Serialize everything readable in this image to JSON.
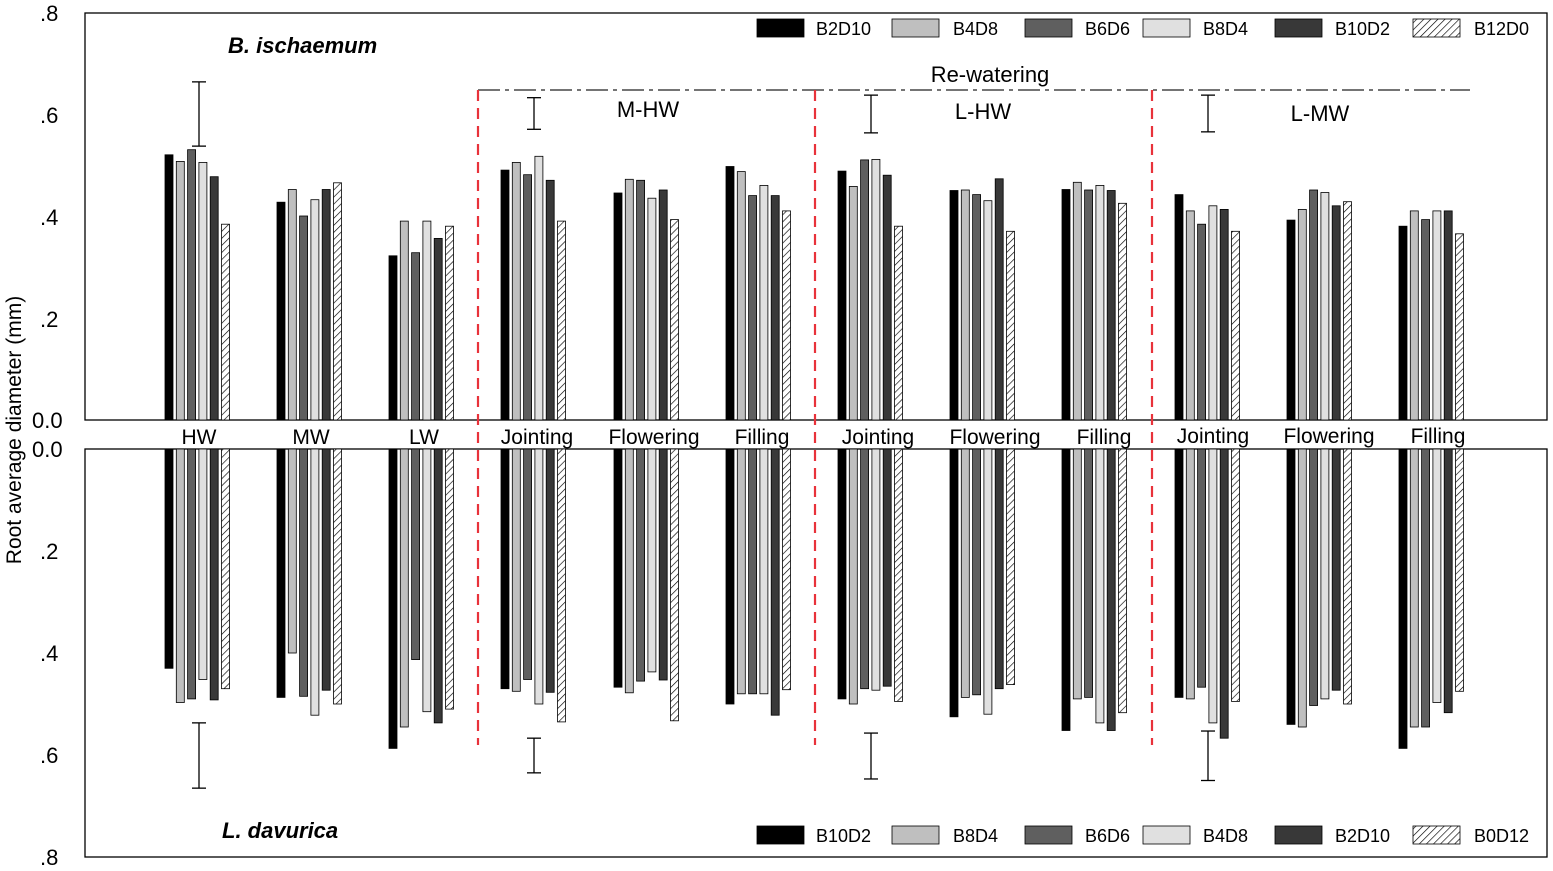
{
  "chart_data": [
    {
      "type": "bar",
      "species": "B. ischaemum",
      "ylabel": "Root average diameter (mm)",
      "ylim": [
        0.0,
        0.8
      ],
      "yticks": [
        ".8",
        ".6",
        ".4",
        ".2",
        "0.0"
      ],
      "categories": [
        "HW",
        "MW",
        "LW",
        "Jointing",
        "Flowering",
        "Filling",
        "Jointing",
        "Flowering",
        "Filling",
        "Jointing",
        "Flowering",
        "Filling"
      ],
      "series": [
        {
          "name": "B2D10",
          "fill": "#000000",
          "values": [
            0.52,
            0.427,
            0.322,
            0.49,
            0.445,
            0.497,
            0.488,
            0.45,
            0.452,
            0.442,
            0.392,
            0.38
          ]
        },
        {
          "name": "B4D8",
          "fill": "#bfbfbf",
          "values": [
            0.507,
            0.452,
            0.39,
            0.505,
            0.472,
            0.487,
            0.458,
            0.451,
            0.466,
            0.41,
            0.413,
            0.41
          ]
        },
        {
          "name": "B6D6",
          "fill": "#5f5f5f",
          "values": [
            0.53,
            0.4,
            0.328,
            0.481,
            0.47,
            0.44,
            0.51,
            0.442,
            0.451,
            0.384,
            0.451,
            0.393
          ]
        },
        {
          "name": "B8D4",
          "fill": "#e0e0e0",
          "values": [
            0.505,
            0.432,
            0.39,
            0.517,
            0.435,
            0.46,
            0.511,
            0.43,
            0.46,
            0.42,
            0.446,
            0.41
          ]
        },
        {
          "name": "B10D2",
          "fill": "#383838",
          "values": [
            0.477,
            0.452,
            0.356,
            0.47,
            0.451,
            0.44,
            0.48,
            0.473,
            0.45,
            0.413,
            0.42,
            0.41
          ]
        },
        {
          "name": "B12D0",
          "fill": "hatch",
          "values": [
            0.384,
            0.465,
            0.38,
            0.39,
            0.393,
            0.41,
            0.38,
            0.37,
            0.425,
            0.37,
            0.428,
            0.365
          ]
        }
      ],
      "error_bars": [
        {
          "low": 0.537,
          "high": 0.663
        },
        {
          "low": 0.57,
          "high": 0.632
        },
        {
          "low": 0.563,
          "high": 0.637
        },
        {
          "low": 0.565,
          "high": 0.637
        }
      ]
    },
    {
      "type": "bar",
      "species": "L. davurica",
      "ylim": [
        0.0,
        0.8
      ],
      "yticks": [
        "0.0",
        ".2",
        ".4",
        ".6",
        ".8"
      ],
      "inverted": true,
      "series": [
        {
          "name": "B10D2",
          "fill": "#000000",
          "values": [
            0.43,
            0.487,
            0.587,
            0.47,
            0.467,
            0.5,
            0.49,
            0.525,
            0.552,
            0.487,
            0.54,
            0.587
          ]
        },
        {
          "name": "B8D4",
          "fill": "#bfbfbf",
          "values": [
            0.497,
            0.4,
            0.545,
            0.475,
            0.478,
            0.48,
            0.5,
            0.487,
            0.49,
            0.49,
            0.545,
            0.545
          ]
        },
        {
          "name": "B6D6",
          "fill": "#5f5f5f",
          "values": [
            0.49,
            0.485,
            0.413,
            0.452,
            0.455,
            0.48,
            0.47,
            0.482,
            0.487,
            0.467,
            0.503,
            0.545
          ]
        },
        {
          "name": "B4D8",
          "fill": "#e0e0e0",
          "values": [
            0.452,
            0.522,
            0.515,
            0.5,
            0.437,
            0.48,
            0.473,
            0.52,
            0.537,
            0.537,
            0.49,
            0.497
          ]
        },
        {
          "name": "B2D10",
          "fill": "#383838",
          "values": [
            0.492,
            0.473,
            0.537,
            0.477,
            0.453,
            0.522,
            0.465,
            0.47,
            0.552,
            0.567,
            0.473,
            0.517
          ]
        },
        {
          "name": "B0D12",
          "fill": "hatch",
          "values": [
            0.47,
            0.5,
            0.51,
            0.535,
            0.533,
            0.472,
            0.495,
            0.462,
            0.517,
            0.495,
            0.5,
            0.475
          ]
        }
      ],
      "error_bars": [
        {
          "low": 0.537,
          "high": 0.665
        },
        {
          "low": 0.567,
          "high": 0.635
        },
        {
          "low": 0.557,
          "high": 0.647
        },
        {
          "low": 0.553,
          "high": 0.65
        }
      ]
    }
  ],
  "annotations": {
    "rewatering": "Re-watering",
    "periods": [
      "M-HW",
      "L-HW",
      "L-MW"
    ]
  }
}
